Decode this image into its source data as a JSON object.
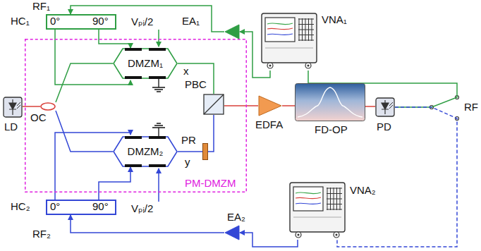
{
  "diagram": {
    "nodes": [
      {
        "text": [
          "PM-DMZM"
        ]
      },
      {
        "text": [
          "HC₁",
          "0°",
          "90°"
        ]
      },
      {
        "text": [
          "DMZM₁"
        ],
        "in": 0
      },
      {
        "text": [
          "DMZM₂"
        ],
        "in": 0
      },
      {
        "text": [
          "HC₂",
          "0°",
          "90°"
        ]
      },
      {
        "text": [
          "LD"
        ]
      },
      {
        "text": [
          "OC"
        ],
        "in": 0
      },
      {
        "text": [
          "PBC"
        ],
        "in": 0
      },
      {
        "text": [
          "PR"
        ],
        "in": 0
      },
      {
        "text": [
          "EDFA"
        ]
      },
      {
        "text": [
          "FD-OP"
        ]
      },
      {
        "text": [
          "PD"
        ]
      },
      {
        "text": [
          "VNA₁"
        ]
      },
      {
        "text": [
          "VNA₂"
        ]
      },
      {
        "text": [
          "EA₁"
        ]
      },
      {
        "text": [
          "EA₂"
        ]
      }
    ],
    "edges": [
      {
        "from": 5,
        "to": 6,
        "arrow": "none"
      },
      {
        "from": 6,
        "to": 2,
        "arrow": "none"
      },
      {
        "from": 6,
        "to": 3,
        "arrow": "none"
      },
      {
        "from": 1,
        "to": 2,
        "arrow": "to"
      },
      {
        "from": 4,
        "to": 3,
        "arrow": "to"
      },
      {
        "from": 2,
        "to": 7,
        "arrow": "none"
      },
      {
        "from": 3,
        "to": 8,
        "arrow": "none"
      },
      {
        "from": 8,
        "to": 7,
        "arrow": "none"
      },
      {
        "from": 7,
        "to": 9,
        "arrow": "none"
      },
      {
        "from": 9,
        "to": 10,
        "arrow": "none"
      },
      {
        "from": 10,
        "to": 11,
        "arrow": "none"
      },
      {
        "from": 11,
        "to": 12,
        "arrow": "none"
      },
      {
        "from": 11,
        "to": 13,
        "arrow": "none"
      },
      {
        "from": 12,
        "to": 14,
        "arrow": "to"
      },
      {
        "from": 13,
        "to": 15,
        "arrow": "to"
      },
      {
        "from": 14,
        "to": 1,
        "arrow": "to"
      },
      {
        "from": 15,
        "to": 4,
        "arrow": "to"
      }
    ],
    "labels": [
      "RF₁",
      "Vₚᵢ/2",
      "x",
      "y",
      "RF",
      "RF₂",
      "Vₚᵢ/2"
    ]
  }
}
